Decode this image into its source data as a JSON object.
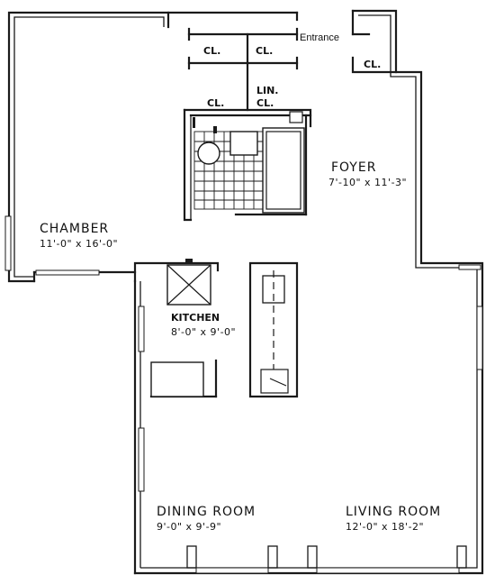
{
  "labels": {
    "entrance": "Entrance",
    "closet_1": "CL.",
    "closet_2": "CL.",
    "closet_3": "CL.",
    "closet_4": "CL.",
    "linen_closet_line1": "LIN.",
    "linen_closet_line2": "CL.",
    "foyer_name": "FOYER",
    "foyer_dims": "7'-10\" x 11'-3\"",
    "chamber_name": "CHAMBER",
    "chamber_dims": "11'-0\" x 16'-0\"",
    "kitchen_name": "KITCHEN",
    "kitchen_dims": "8'-0\" x 9'-0\"",
    "dining_name": "DINING ROOM",
    "dining_dims": "9'-0\" x 9'-9\"",
    "living_name": "LIVING ROOM",
    "living_dims": "12'-0\" x 18'-2\""
  }
}
